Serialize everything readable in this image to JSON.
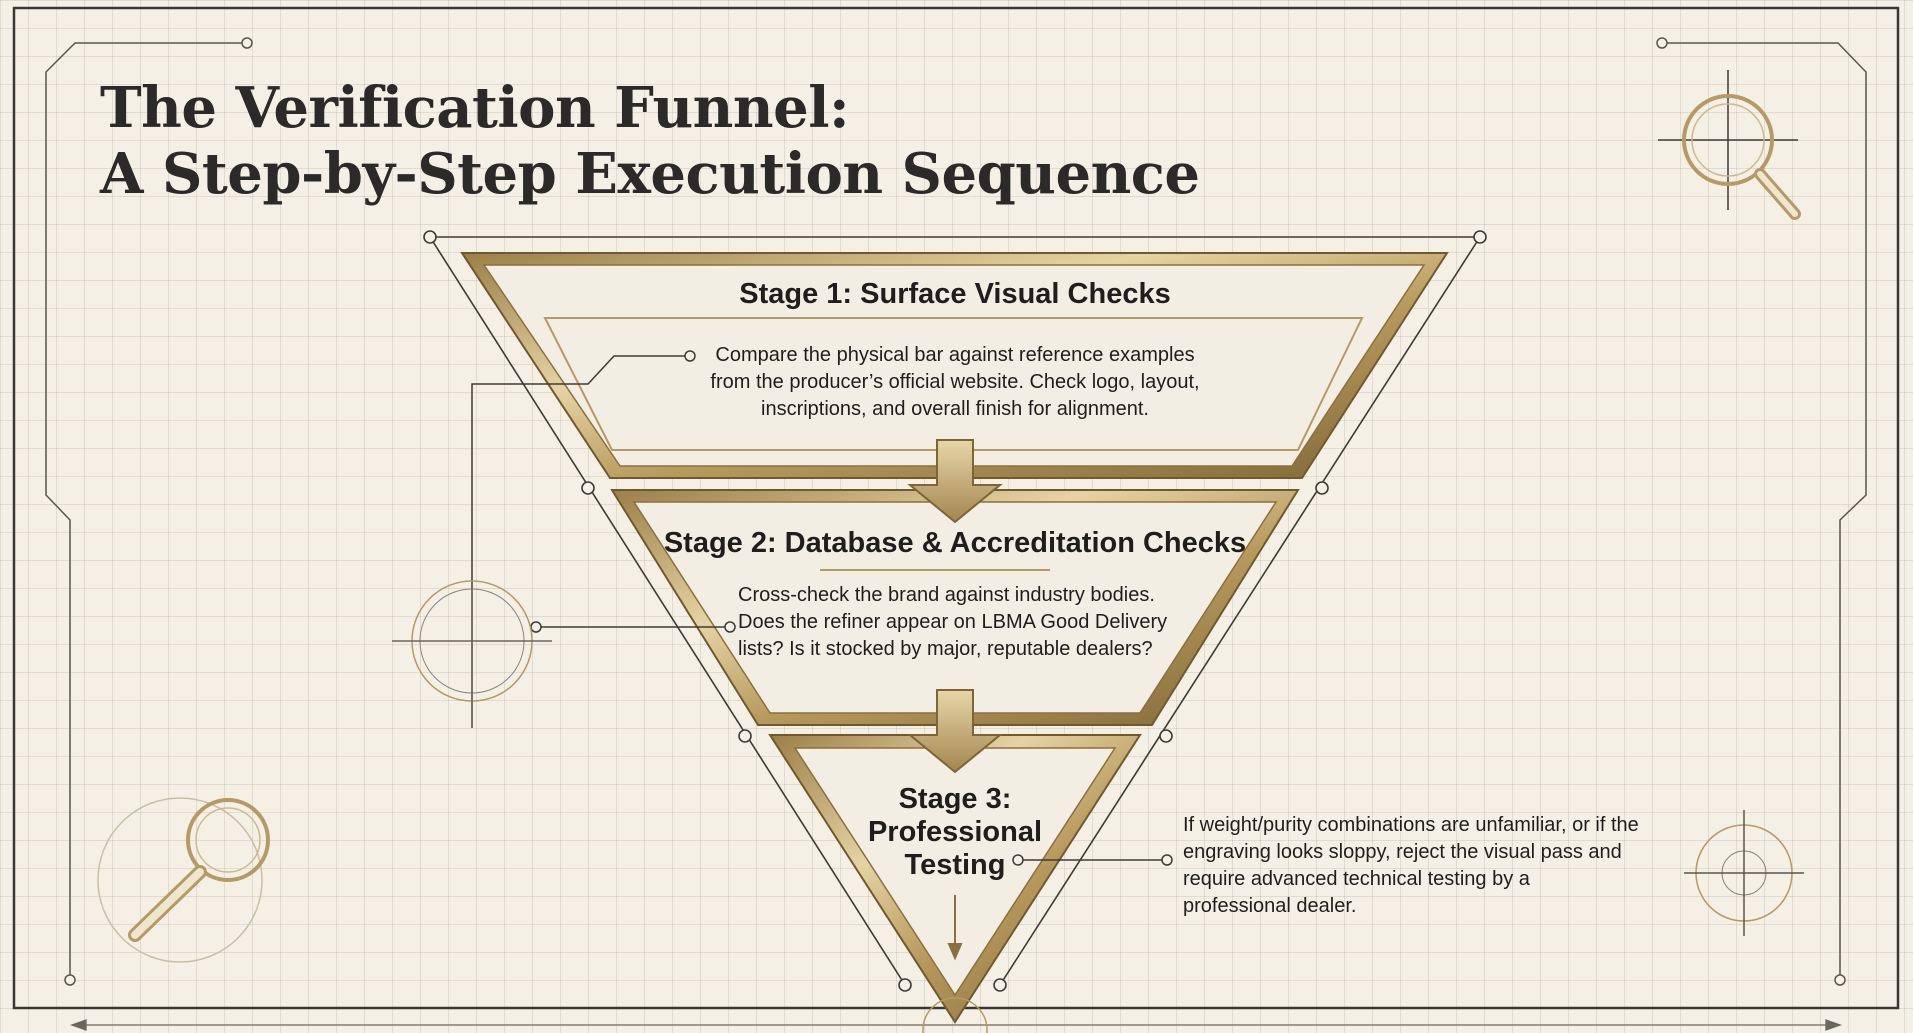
{
  "title": {
    "line1": "The Verification Funnel:",
    "line2": "A Step-by-Step Execution Sequence"
  },
  "stages": [
    {
      "title": "Stage 1: Surface Visual Checks",
      "description": "Compare the physical bar against reference examples from the producer’s official website. Check logo, layout, inscriptions, and overall finish for alignment."
    },
    {
      "title": "Stage 2: Database & Accreditation Checks",
      "description": "Cross-check the brand against industry bodies. Does the refiner appear on LBMA Good Delivery lists? Is it stocked by major, reputable dealers?"
    },
    {
      "title_lines": [
        "Stage 3:",
        "Professional",
        "Testing"
      ],
      "description": "If weight/purity combinations are unfamiliar, or if the engraving looks sloppy, reject the visual pass and require advanced technical testing by a professional dealer."
    }
  ],
  "colors": {
    "ink": "#2b2a28",
    "gold": "#b59a63",
    "gold_dark": "#8a703f",
    "paper": "#f5f0e6"
  },
  "icons": [
    "magnifier-icon",
    "crosshair-icon"
  ]
}
